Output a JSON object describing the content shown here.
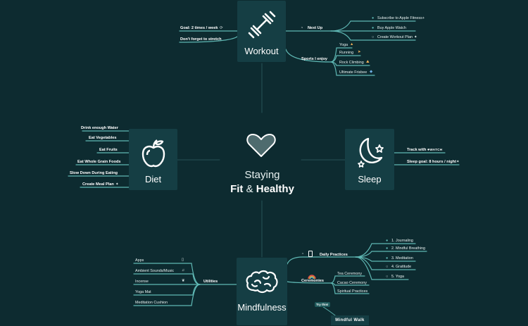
{
  "center": {
    "line1": "Staying",
    "fit": "Fit",
    "amp": "&",
    "healthy": "Healthy"
  },
  "workout": {
    "title": "Workout",
    "left": {
      "goal": "Goal: 2 times / week",
      "stretch": "Don't forget to stretch"
    },
    "next_up": {
      "label": "Next Up",
      "items": [
        "Subscribe to Apple Fitness+",
        "Buy Apple Watch",
        "Create Workout Plan"
      ]
    },
    "sports": {
      "label": "Sports I enjoy",
      "items": [
        "Yoga",
        "Running",
        "Rock Climbing",
        "Ultimate Frisbee"
      ]
    }
  },
  "diet": {
    "title": "Diet",
    "items": [
      "Drink enough Water",
      "Eat Vegetables",
      "Eat Fruits",
      "Eat Whole Grain Foods",
      "Slow Down During Eating",
      "Create Meal Plan"
    ]
  },
  "sleep": {
    "title": "Sleep",
    "track_prefix": "Track with",
    "watch_label": "WATCH",
    "goal": "Sleep goal: 8 hours / night"
  },
  "mindfulness": {
    "title": "Mindfulness",
    "utilities": {
      "label": "Utilities",
      "items": [
        "Apps",
        "Ambient Sounds/Music",
        "Incense",
        "Yoga Mat",
        "Meditation Cushion"
      ]
    },
    "daily": {
      "label": "Daily Practices",
      "items": [
        "1. Journaling",
        "2. Mindful Breathing",
        "3. Meditation",
        "4. Gratitude",
        "5. Yoga"
      ]
    },
    "ceremonies": {
      "label": "Ceremonies",
      "items": [
        "Tea Ceremony",
        "Cacao Ceremony",
        "Spiritual Practices"
      ]
    },
    "try_tag": "Try this!",
    "mindful_walk": "Mindful Walk"
  },
  "colors": {
    "background": "#0d2b30",
    "card": "#153e44",
    "line": "#5fb8b4",
    "text": "#ffffff"
  }
}
